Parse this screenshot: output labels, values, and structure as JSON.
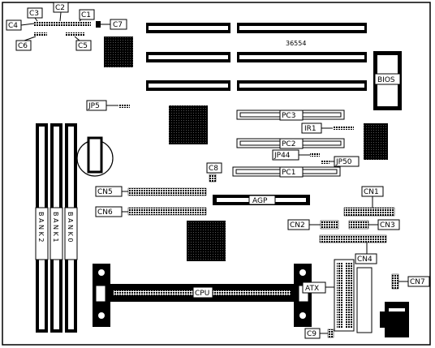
{
  "board_id": "36554",
  "labels": {
    "bios": "BIOS",
    "agp": "AGP",
    "cpu": "CPU",
    "atx": "ATX",
    "pc1": "PC1",
    "pc2": "PC2",
    "pc3": "PC3",
    "ir1": "IR1",
    "jp5": "JP5",
    "jp44": "JP44",
    "jp50": "JP50",
    "c1": "C1",
    "c2": "C2",
    "c3": "C3",
    "c4": "C4",
    "c5": "C5",
    "c6": "C6",
    "c7": "C7",
    "c8": "C8",
    "c9": "C9",
    "cn1": "CN1",
    "cn2": "CN2",
    "cn3": "CN3",
    "cn4": "CN4",
    "cn5": "CN5",
    "cn6": "CN6",
    "cn7": "CN7"
  },
  "banks": [
    "B A N K 2",
    "B A N K 1",
    "B A N K 0"
  ]
}
